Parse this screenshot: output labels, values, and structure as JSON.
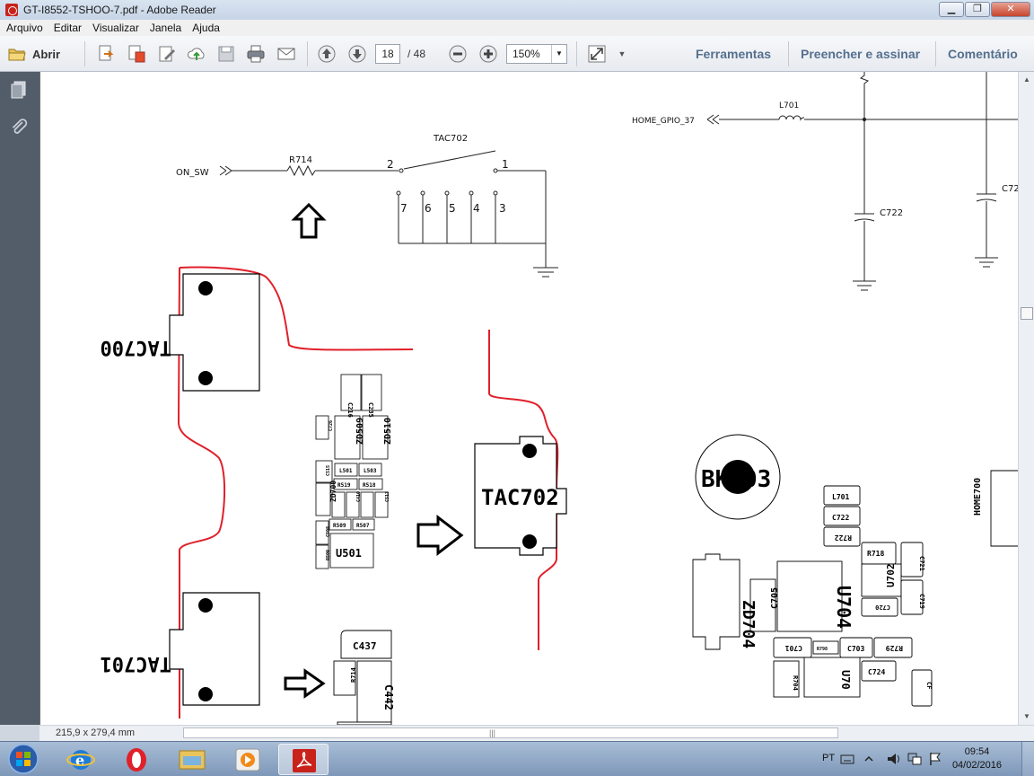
{
  "window": {
    "title": "GT-I8552-TSHOO-7.pdf - Adobe Reader",
    "btn_min": "▁",
    "btn_max": "❐",
    "btn_close": "✕"
  },
  "menu": {
    "items": [
      "Arquivo",
      "Editar",
      "Visualizar",
      "Janela",
      "Ajuda"
    ]
  },
  "toolbar": {
    "open_label": "Abrir",
    "page_current": "18",
    "page_total": "/ 48",
    "zoom": "150%",
    "tools_label": "Ferramentas",
    "fill_sign_label": "Preencher e assinar",
    "comment_label": "Comentário"
  },
  "schematic": {
    "net_on_sw": "ON_SW",
    "r714": "R714",
    "tac702": "TAC702",
    "pin1": "1",
    "pin2": "2",
    "pin3": "3",
    "pin4": "4",
    "pin5": "5",
    "pin6": "6",
    "pin7": "7",
    "net_home": "HOME_GPIO_37",
    "l701": "L701",
    "c722": "C722",
    "c72": "C72"
  },
  "pcb": {
    "tac700": "TAC700",
    "tac701": "TAC701",
    "tac702": "TAC702",
    "c216": "C216",
    "c235": "C235",
    "c726": "C726",
    "zd509": "ZD509",
    "zd510": "ZD510",
    "c515": "C515",
    "l501": "L501",
    "l503": "L503",
    "r519": "R519",
    "r518": "R518",
    "zd700": "ZD700",
    "c410": "C410",
    "c513": "C513",
    "r509": "R509",
    "r507": "R507",
    "c508": "C508",
    "u501": "U501",
    "r509b": "R509",
    "c437": "C437",
    "r714": "R714",
    "c442": "C442",
    "bk703": "BK703",
    "l701": "L701",
    "c722": "C722",
    "r722": "R722",
    "r718": "R718",
    "c721": "C721",
    "u702": "U702",
    "c720": "C720",
    "c719": "C719",
    "zd704": "ZD704",
    "c705": "C705",
    "u704": "U704",
    "c701": "C701",
    "r798": "R798",
    "c703": "C703",
    "r729": "R729",
    "r704": "R704",
    "u70": "U70",
    "c724": "C724",
    "cf": "CF",
    "home700": "HOME700"
  },
  "status": {
    "page_size": "215,9 x 279,4 mm"
  },
  "taskbar": {
    "lang": "PT",
    "time": "09:54",
    "date": "04/02/2016"
  },
  "colors": {
    "accent_red": "#e0202a",
    "link_blue": "#55708f"
  }
}
